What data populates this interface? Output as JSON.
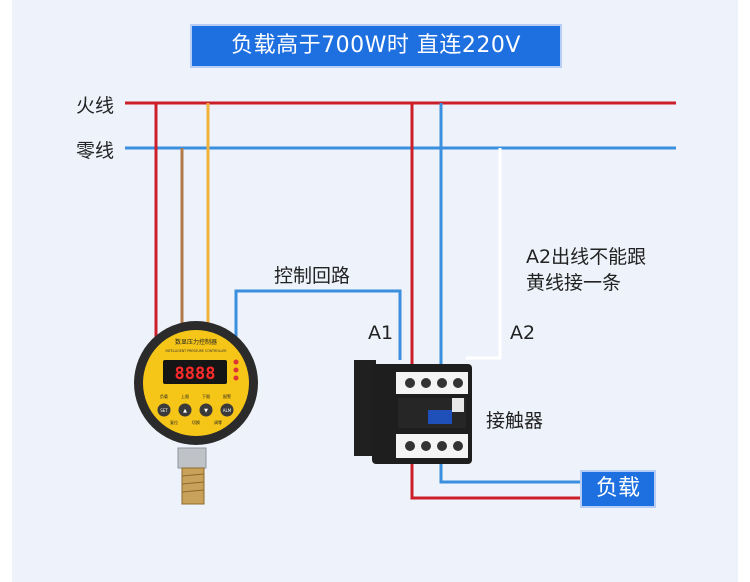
{
  "title": "负载高于700W时 直连220V",
  "wires": {
    "live_label": "火线",
    "neutral_label": "零线",
    "live_color": "#cc1f2a",
    "neutral_color": "#3a8fde",
    "brown_color": "#b07a4a",
    "yellow_color": "#f0b23a"
  },
  "annotations": {
    "control_loop": "控制回路",
    "a1": "A1",
    "a2": "A2",
    "note_line1": "A2出线不能跟",
    "note_line2": "黄线接一条",
    "contactor": "接触器",
    "load": "负载"
  },
  "gauge": {
    "title": "数显压力控制器",
    "subtitle": "INTELLIGENT PRESSURE CONTROLLER",
    "display": "8888",
    "button_labels": [
      "SET",
      "▲",
      "▼",
      "ALM"
    ],
    "label_row1": [
      "负载",
      "上限",
      "下限",
      "报警"
    ],
    "label_row2": [
      "复位",
      "切换",
      "调零"
    ]
  }
}
